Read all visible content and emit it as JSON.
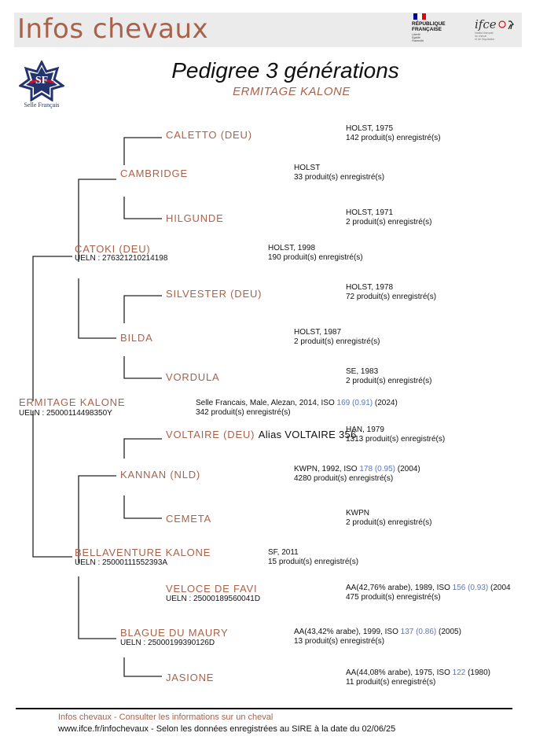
{
  "header": {
    "site_title": "Infos chevaux",
    "rf_title_1": "RÉPUBLIQUE",
    "rf_title_2": "FRANÇAISE",
    "rf_motto_1": "Liberté",
    "rf_motto_2": "Égalité",
    "rf_motto_3": "Fraternité",
    "ifce_word": "ifce",
    "ifce_sub_1": "Institut français",
    "ifce_sub_2": "du cheval",
    "ifce_sub_3": "et de l'équitation"
  },
  "logo": {
    "caption": "Selle Français",
    "mark": "SF"
  },
  "title": "Pedigree 3 générations",
  "horse_name": "ERMITAGE KALONE",
  "colors": {
    "accent": "#a9624a",
    "iso_link": "#5876c0",
    "sf_blue": "#23336e",
    "sf_red": "#c8102e"
  },
  "pedigree": {
    "subject": {
      "name": "ERMITAGE KALONE",
      "ueln": "UELN : 25000114498350Y",
      "info_line1_pre": "Selle Francais, Male, Alezan, 2014, ISO ",
      "info_line1_iso": "169 (0.91)",
      "info_line1_post": " (2024)",
      "info_line2": "342 produit(s) enregistré(s)"
    },
    "sire": {
      "name": "CATOKI (DEU)",
      "ueln": "UELN : 276321210214198",
      "info_line1": "HOLST, 1998",
      "info_line2": "190 produit(s) enregistré(s)"
    },
    "sire_sire": {
      "name": "CAMBRIDGE",
      "info_line1": "HOLST",
      "info_line2": "33 produit(s) enregistré(s)"
    },
    "sire_sire_sire": {
      "name": "CALETTO (DEU)",
      "info_line1": "HOLST, 1975",
      "info_line2": "142 produit(s) enregistré(s)"
    },
    "sire_sire_dam": {
      "name": "HILGUNDE",
      "info_line1": "HOLST, 1971",
      "info_line2": "2 produit(s) enregistré(s)"
    },
    "sire_dam": {
      "name": "BILDA",
      "info_line1": "HOLST, 1987",
      "info_line2": "2 produit(s) enregistré(s)"
    },
    "sire_dam_sire": {
      "name": "SILVESTER (DEU)",
      "info_line1": "HOLST, 1978",
      "info_line2": "72 produit(s) enregistré(s)"
    },
    "sire_dam_dam": {
      "name": "VORDULA",
      "info_line1": "SE, 1983",
      "info_line2": "2 produit(s) enregistré(s)"
    },
    "dam": {
      "name": "BELLAVENTURE KALONE",
      "ueln": "UELN : 25000111552393A",
      "info_line1": "SF, 2011",
      "info_line2": "15 produit(s) enregistré(s)"
    },
    "dam_sire": {
      "name": "KANNAN (NLD)",
      "info_line1_pre": "KWPN, 1992, ISO ",
      "info_line1_iso": "178 (0.95)",
      "info_line1_post": " (2004)",
      "info_line2": "4280 produit(s) enregistré(s)"
    },
    "dam_sire_sire": {
      "name": "VOLTAIRE (DEU)",
      "alias": "Alias VOLTAIRE 356",
      "info_line1": "HAN, 1979",
      "info_line2": "1313 produit(s) enregistré(s)"
    },
    "dam_sire_dam": {
      "name": "CEMETA",
      "info_line1": "KWPN",
      "info_line2": "2 produit(s) enregistré(s)"
    },
    "dam_dam": {
      "name": "BLAGUE DU MAURY",
      "ueln": "UELN : 25000199390126D",
      "info_line1_pre": "AA(43,42% arabe), 1999, ISO ",
      "info_line1_iso": "137 (0.86)",
      "info_line1_post": " (2005)",
      "info_line2": "13 produit(s) enregistré(s)"
    },
    "dam_dam_sire": {
      "name": "VELOCE DE FAVI",
      "ueln": "UELN : 25000189560041D",
      "info_line1_pre": "AA(42,76% arabe), 1989, ISO ",
      "info_line1_iso": "156 (0.93)",
      "info_line1_post": " (2004",
      "info_line2": "475 produit(s) enregistré(s)"
    },
    "dam_dam_dam": {
      "name": "JASIONE",
      "info_line1_pre": "AA(44,08% arabe), 1975, ISO ",
      "info_line1_iso": "122",
      "info_line1_post": " (1980)",
      "info_line2": "11 produit(s) enregistré(s)"
    }
  },
  "footer": {
    "line1": "Infos chevaux - Consulter les informations sur un cheval",
    "line2": "www.ifce.fr/infochevaux - Selon les données enregistrées au SIRE à la date du 02/06/25"
  }
}
